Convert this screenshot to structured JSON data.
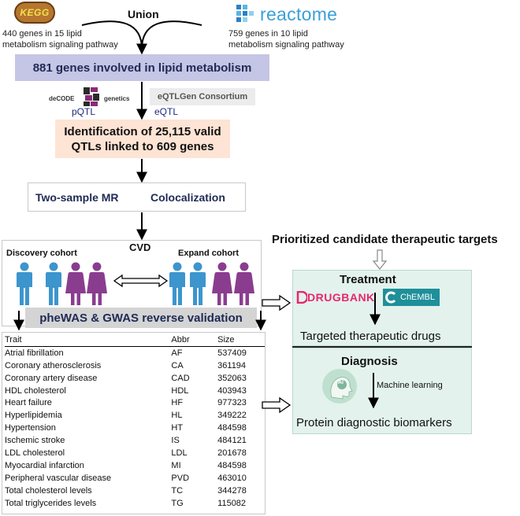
{
  "sources": {
    "kegg": {
      "logo_text": "KEGG",
      "caption_line1": "440 genes in 15 lipid",
      "caption_line2": "metabolism signaling pathway"
    },
    "reactome": {
      "logo_text": "reactome",
      "caption_line1": "759 genes in 10 lipid",
      "caption_line2": "metabolism signaling pathway"
    },
    "union_label": "Union"
  },
  "lipid_genes_box": "881 genes involved in lipid metabolism",
  "qtl_sources": {
    "decode_logo_left": "deCODE",
    "decode_logo_right": "genetics",
    "pqtl_label": "pQTL",
    "eqtlgen_logo": "eQTLGen Consortium",
    "eqtl_label": "eQTL"
  },
  "qtl_box": {
    "line1": "Identification of 25,115 valid",
    "line2": "QTLs linked to 609 genes"
  },
  "methods": {
    "mr": "Two-sample MR",
    "coloc": "Colocalization"
  },
  "cvd_section": {
    "title": "CVD",
    "discovery": "Discovery cohort",
    "expand": "Expand cohort",
    "validation_bar": "pheWAS & GWAS reverse validation"
  },
  "table": {
    "headers": [
      "Trait",
      "Abbr",
      "Size"
    ],
    "rows": [
      [
        "Atrial fibrillation",
        "AF",
        "537409"
      ],
      [
        "Coronary atherosclerosis",
        "CA",
        "361194"
      ],
      [
        "Coronary artery disease",
        "CAD",
        "352063"
      ],
      [
        "HDL cholesterol",
        "HDL",
        "403943"
      ],
      [
        "Heart failure",
        "HF",
        "977323"
      ],
      [
        "Hyperlipidemia",
        "HL",
        "349222"
      ],
      [
        "Hypertension",
        "HT",
        "484598"
      ],
      [
        "Ischemic stroke",
        "IS",
        "484121"
      ],
      [
        "LDL cholesterol",
        "LDL",
        "201678"
      ],
      [
        "Myocardial infarction",
        "MI",
        "484598"
      ],
      [
        "Peripheral vascular disease",
        "PVD",
        "463010"
      ],
      [
        "Total cholesterol levels",
        "TC",
        "344278"
      ],
      [
        "Total triglycerides levels",
        "TG",
        "115082"
      ]
    ]
  },
  "targets": {
    "title": "Prioritized candidate therapeutic targets",
    "treatment": "Treatment",
    "drugbank_logo": "DRUGBANK",
    "chembl_logo": "ChEMBL",
    "treatment_result": "Targeted therapeutic drugs",
    "diagnosis": "Diagnosis",
    "ai_label": "AI",
    "ml_label": "Machine learning",
    "diagnosis_result": "Protein diagnostic biomarkers"
  },
  "colors": {
    "purple_box": "#c5c5e6",
    "peach_box": "#fde4d4",
    "green_panel": "#e3f2ed",
    "validation_bar": "#d4d4d4",
    "navy_text": "#1f2a55",
    "person_blue": "#3c95cd",
    "person_purple": "#8a3d8f"
  }
}
